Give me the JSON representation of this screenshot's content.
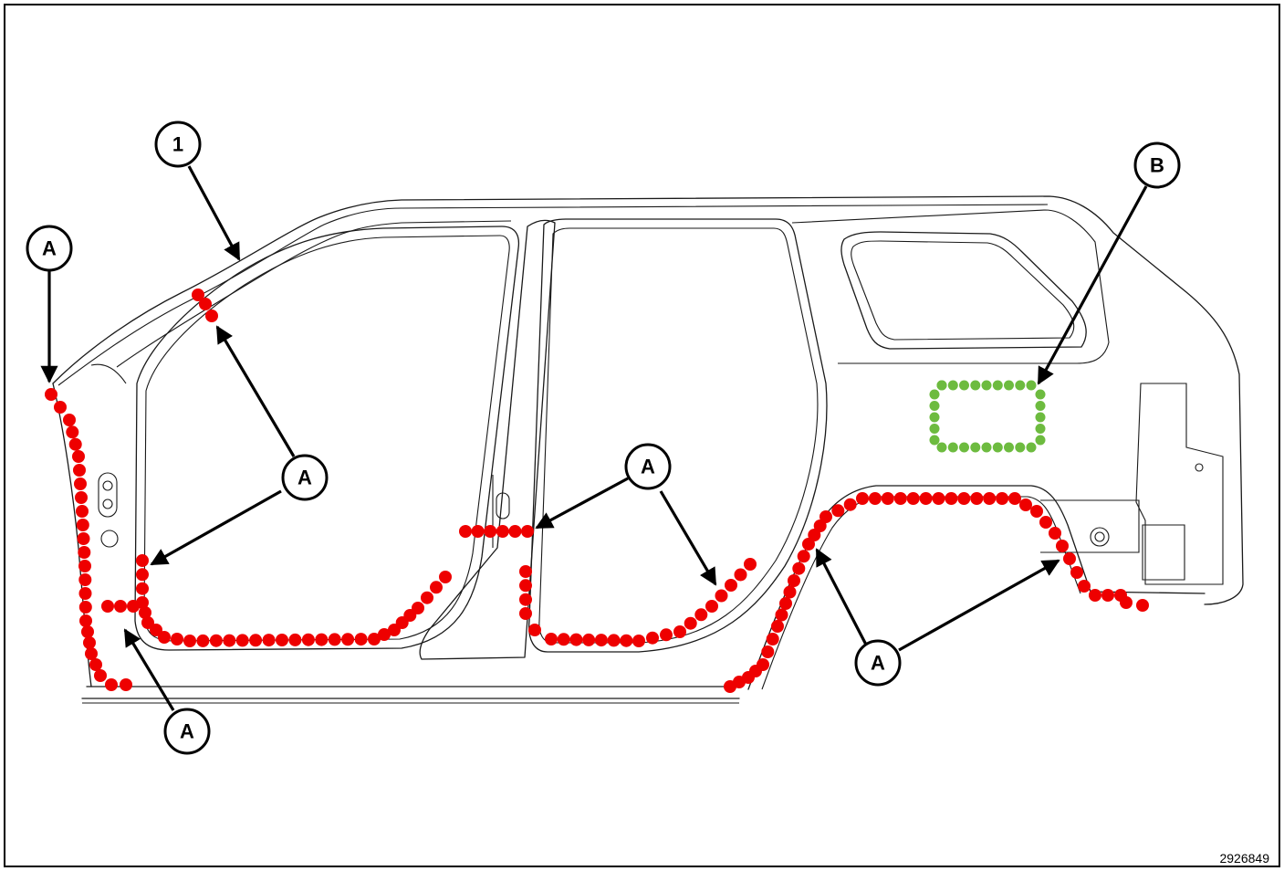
{
  "figure_id": "2926849",
  "callouts": {
    "part_1": "1",
    "a": "A",
    "b": "B"
  },
  "colors": {
    "seam_a": "#ee0000",
    "seam_b": "#6dbb3f"
  }
}
